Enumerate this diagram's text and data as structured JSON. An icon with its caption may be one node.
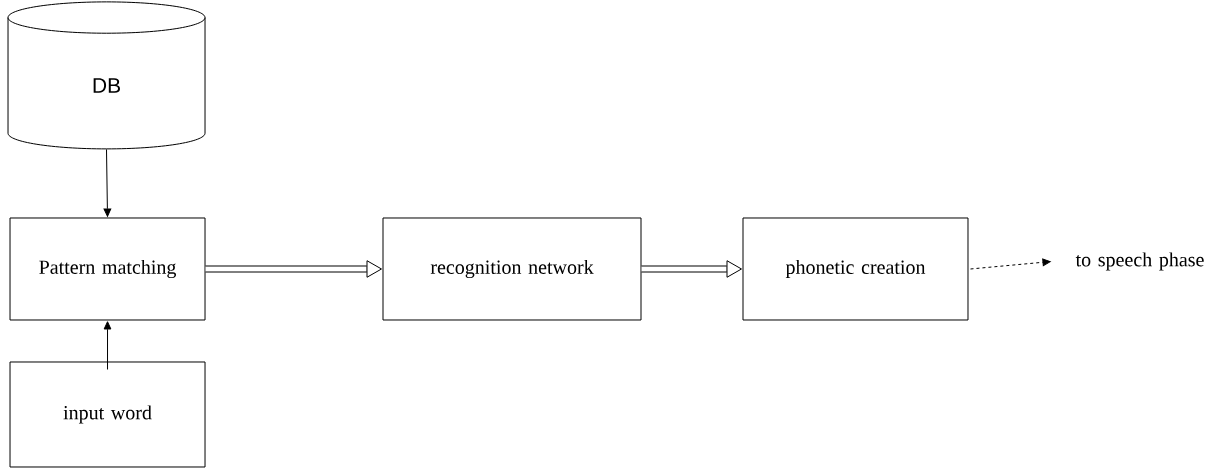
{
  "diagram": {
    "nodes": [
      {
        "text": [
          "DB"
        ]
      },
      {
        "text": [
          "Pattern matching"
        ]
      },
      {
        "text": [
          "input word"
        ]
      },
      {
        "text": [
          "recognition network"
        ]
      },
      {
        "text": [
          "phonetic creation"
        ]
      },
      {
        "text": [
          "to speech phase"
        ]
      }
    ],
    "edges": [
      {
        "from": 0,
        "to": 1,
        "arrow": "to"
      },
      {
        "from": 2,
        "to": 1,
        "arrow": "to"
      },
      {
        "from": 1,
        "to": 3,
        "arrow": "to",
        "style": "thick"
      },
      {
        "from": 3,
        "to": 4,
        "arrow": "to",
        "style": "thick"
      },
      {
        "from": 4,
        "to": 5,
        "arrow": "to",
        "style": "dashed"
      }
    ]
  }
}
